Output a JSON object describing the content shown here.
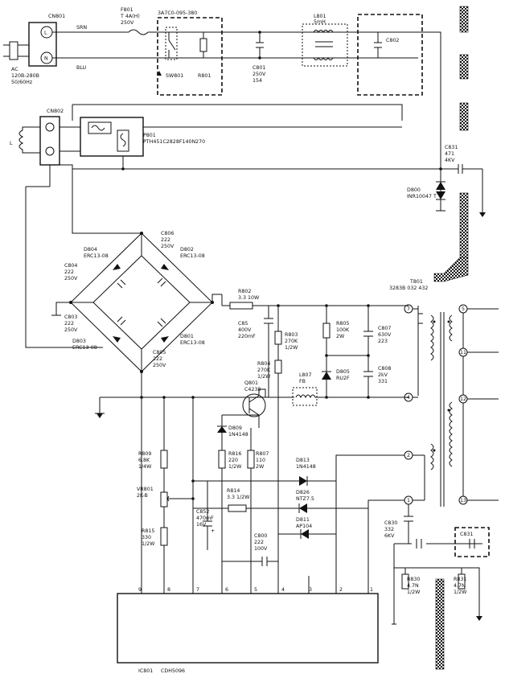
{
  "connectors": {
    "cn801": "CN801",
    "cn802": "CN802",
    "srn": "SRN",
    "blu": "BLU",
    "pin_l": "L",
    "pin_n": "N",
    "coil_l": "L"
  },
  "ac_input": [
    "AC",
    "120B-280B",
    "50/60Hz"
  ],
  "fuse": [
    "F801",
    "T 4A(H)",
    "250V"
  ],
  "switch_block": {
    "part_no": "3A7C0-095-380",
    "switch": "SW801",
    "resistor": "R801"
  },
  "c801": [
    "C801",
    "250V",
    "154"
  ],
  "l801": [
    "L801",
    "5mH"
  ],
  "c802": "C802",
  "posistor": [
    "P801",
    "PTH451C2828F140N270"
  ],
  "c831": [
    "C831",
    "471",
    "4KV"
  ],
  "d800": [
    "D800",
    "INR10047 T"
  ],
  "bridge": {
    "d804": [
      "D804",
      "ERC13-08"
    ],
    "d802": [
      "D802",
      "ERC13-08"
    ],
    "d803": [
      "D803",
      "ERC13-08"
    ],
    "d801": [
      "D801",
      "ERC13-08"
    ],
    "c806": [
      "C806",
      "222",
      "250V"
    ],
    "c804": [
      "C804",
      "222",
      "250V"
    ],
    "c803": [
      "C803",
      "222",
      "250V"
    ],
    "c805": [
      "C805",
      "222",
      "250V"
    ]
  },
  "primary": {
    "r802": [
      "R802",
      "3.3 10W"
    ],
    "c85": [
      "C85",
      "400V",
      "220mF"
    ],
    "r803": [
      "R803",
      "270K",
      "1/2W"
    ],
    "r804": [
      "R804",
      "270K",
      "1/2W"
    ],
    "r805": [
      "R805",
      "100K",
      "2W"
    ],
    "c807": [
      "C807",
      "630V",
      "223"
    ],
    "c808": [
      "C808",
      "2kV",
      "331"
    ],
    "d805": [
      "D805",
      "RU2F"
    ],
    "l807": [
      "L807",
      "FB"
    ],
    "q801": [
      "Q801",
      "C4238"
    ]
  },
  "transformer": {
    "ref": "T801",
    "part": "3283B 032 432",
    "pins": [
      "7",
      "5",
      "4",
      "2",
      "1",
      "11",
      "12",
      "13"
    ]
  },
  "control": {
    "d809": [
      "D809",
      "1N4148"
    ],
    "r809": [
      "R809",
      "6.8K",
      "1/4W"
    ],
    "r816": [
      "R816",
      "220",
      "1/2W"
    ],
    "r807": [
      "R807",
      "110",
      "2W"
    ],
    "d813": [
      "D813",
      "1N4148"
    ],
    "vr801": [
      "VR801",
      "2K-B"
    ],
    "r814": [
      "R814",
      "3.3 1/2W"
    ],
    "d826": [
      "D826",
      "NTZ7.5"
    ],
    "c852": [
      "C852",
      "470mF",
      "16V"
    ],
    "d811": [
      "D811",
      "AP104"
    ],
    "r815": [
      "R815",
      "330",
      "1/2W"
    ],
    "c800": [
      "C800",
      "222",
      "100V"
    ]
  },
  "secondary": {
    "c830": [
      "C830",
      "332",
      "6KV"
    ],
    "c831b": "C831",
    "r830": [
      "R830",
      "4.7N",
      "1/2W"
    ],
    "r831": [
      "R831",
      "4.7N",
      "1/2W"
    ]
  },
  "ic": {
    "ref": "IC801",
    "part": "CDH5096",
    "pins": [
      "9",
      "8",
      "7",
      "6",
      "5",
      "4",
      "3",
      "2",
      "1"
    ]
  }
}
